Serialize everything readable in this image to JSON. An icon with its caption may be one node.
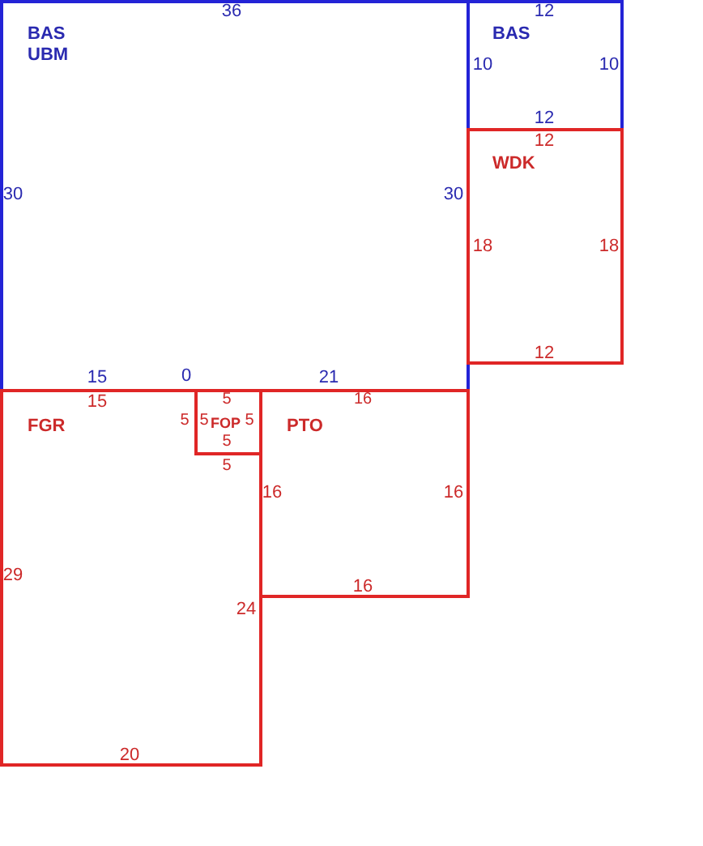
{
  "diagram": {
    "nodes": [
      {
        "text": [
          "BAS UBM"
        ]
      },
      {
        "text": [
          "BAS"
        ]
      },
      {
        "text": [
          "WDK"
        ]
      },
      {
        "text": [
          "FGR"
        ]
      },
      {
        "text": [
          "FOP"
        ],
        "in": 3
      },
      {
        "text": [
          "PTO"
        ]
      }
    ],
    "labels": [
      "36",
      "12",
      "10",
      "10",
      "12",
      "12",
      "30",
      "30",
      "18",
      "18",
      "12",
      "15",
      "0",
      "21",
      "15",
      "5",
      "16",
      "5",
      "5",
      "5",
      "5",
      "5",
      "16",
      "16",
      "29",
      "16",
      "24",
      "20"
    ]
  }
}
